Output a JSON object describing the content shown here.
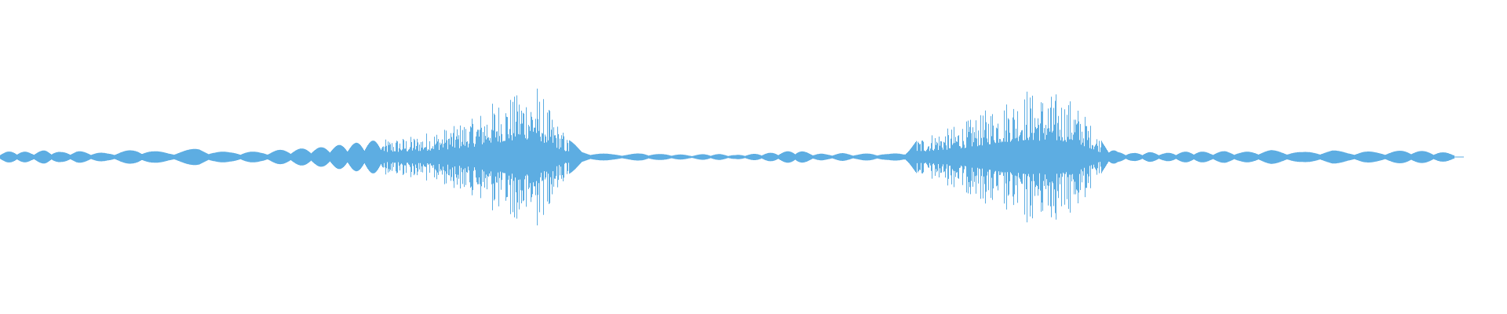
{
  "waveform": {
    "color": "#5dade2",
    "background": "#ffffff",
    "visible_extent": 0.965,
    "amplitude_envelope": [
      0.05,
      0.06,
      0.05,
      0.07,
      0.05,
      0.06,
      0.05,
      0.04,
      0.06,
      0.08,
      0.06,
      0.05,
      0.07,
      0.09,
      0.06,
      0.05,
      0.06,
      0.05,
      0.07,
      0.08,
      0.09,
      0.1,
      0.12,
      0.14,
      0.16,
      0.18,
      0.2,
      0.22,
      0.26,
      0.3,
      0.35,
      0.42,
      0.55,
      0.62,
      0.7,
      0.72,
      0.45,
      0.2,
      0.06,
      0.04,
      0.03,
      0.03,
      0.04,
      0.03,
      0.03,
      0.02,
      0.03,
      0.03,
      0.02,
      0.03,
      0.04,
      0.05,
      0.07,
      0.04,
      0.03,
      0.04,
      0.03,
      0.04,
      0.03,
      0.05,
      0.2,
      0.26,
      0.3,
      0.36,
      0.45,
      0.55,
      0.62,
      0.68,
      0.66,
      0.64,
      0.6,
      0.4,
      0.15,
      0.05,
      0.04,
      0.05,
      0.04,
      0.05,
      0.06,
      0.05,
      0.06,
      0.05,
      0.06,
      0.07,
      0.06,
      0.05,
      0.06,
      0.07,
      0.05,
      0.06,
      0.05,
      0.06,
      0.07,
      0.06,
      0.05,
      0.04
    ]
  }
}
